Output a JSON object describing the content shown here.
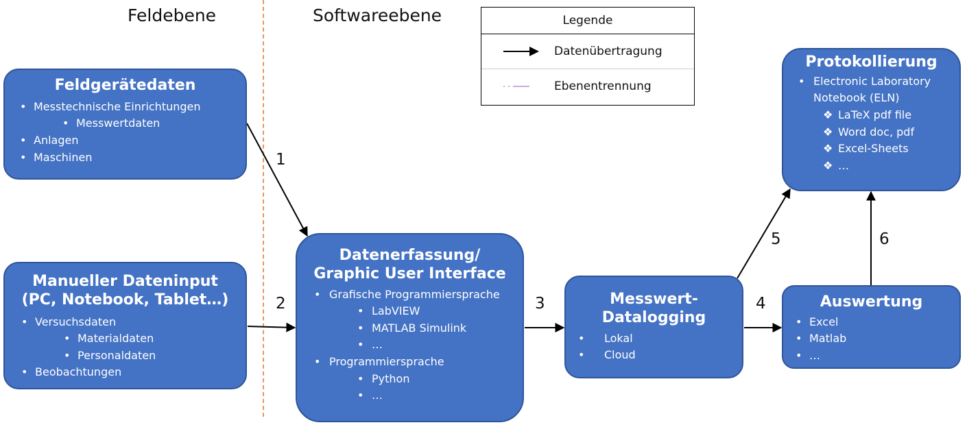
{
  "levels": {
    "field": "Feldebene",
    "software": "Softwareebene"
  },
  "legend": {
    "title": "Legende",
    "items": [
      {
        "symbol": "arrow",
        "label": "Datenübertragung"
      },
      {
        "symbol": "dash-dot-line",
        "label": "Ebenentrennung"
      }
    ]
  },
  "boxes": {
    "feld": {
      "title": "Feldgerätedaten",
      "items": [
        "Messtechnische Einrichtungen",
        "Messwertdaten",
        "Anlagen",
        "Maschinen"
      ]
    },
    "manuell": {
      "title_line1": "Manueller Dateninput",
      "title_line2": "(PC, Notebook, Tablet…)",
      "items": [
        "Versuchsdaten",
        "Materialdaten",
        "Personaldaten",
        "Beobachtungen"
      ]
    },
    "gui": {
      "title_line1": "Datenerfassung/",
      "title_line2": "Graphic User Interface",
      "items": [
        "Grafische Programmiersprache",
        "LabVIEW",
        "MATLAB Simulink",
        "…",
        "Programmiersprache",
        "Python",
        "…"
      ]
    },
    "log": {
      "title_line1": "Messwert-",
      "title_line2": "Datalogging",
      "items": [
        "Lokal",
        "Cloud"
      ]
    },
    "ausw": {
      "title": "Auswertung",
      "items": [
        "Excel",
        "Matlab",
        "…"
      ]
    },
    "proto": {
      "title": "Protokollierung",
      "items": [
        "Electronic Laboratory",
        "Notebook (ELN)",
        "LaTeX pdf file",
        "Word doc, pdf",
        "Excel-Sheets",
        "…"
      ]
    }
  },
  "connections": [
    {
      "label": "1",
      "from": "Feldgerätedaten",
      "to": "Datenerfassung/ Graphic User Interface"
    },
    {
      "label": "2",
      "from": "Manueller Dateninput",
      "to": "Datenerfassung/ Graphic User Interface"
    },
    {
      "label": "3",
      "from": "Datenerfassung/ Graphic User Interface",
      "to": "Messwert-Datalogging"
    },
    {
      "label": "4",
      "from": "Messwert-Datalogging",
      "to": "Auswertung"
    },
    {
      "label": "5",
      "from": "Messwert-Datalogging",
      "to": "Protokollierung"
    },
    {
      "label": "6",
      "from": "Auswertung",
      "to": "Protokollierung"
    }
  ],
  "colors": {
    "box_fill": "#4472c4",
    "box_border": "#2f5597",
    "divider": "#e8965e",
    "legend_divider_symbol": "#b48fd6",
    "text": "#111111"
  }
}
